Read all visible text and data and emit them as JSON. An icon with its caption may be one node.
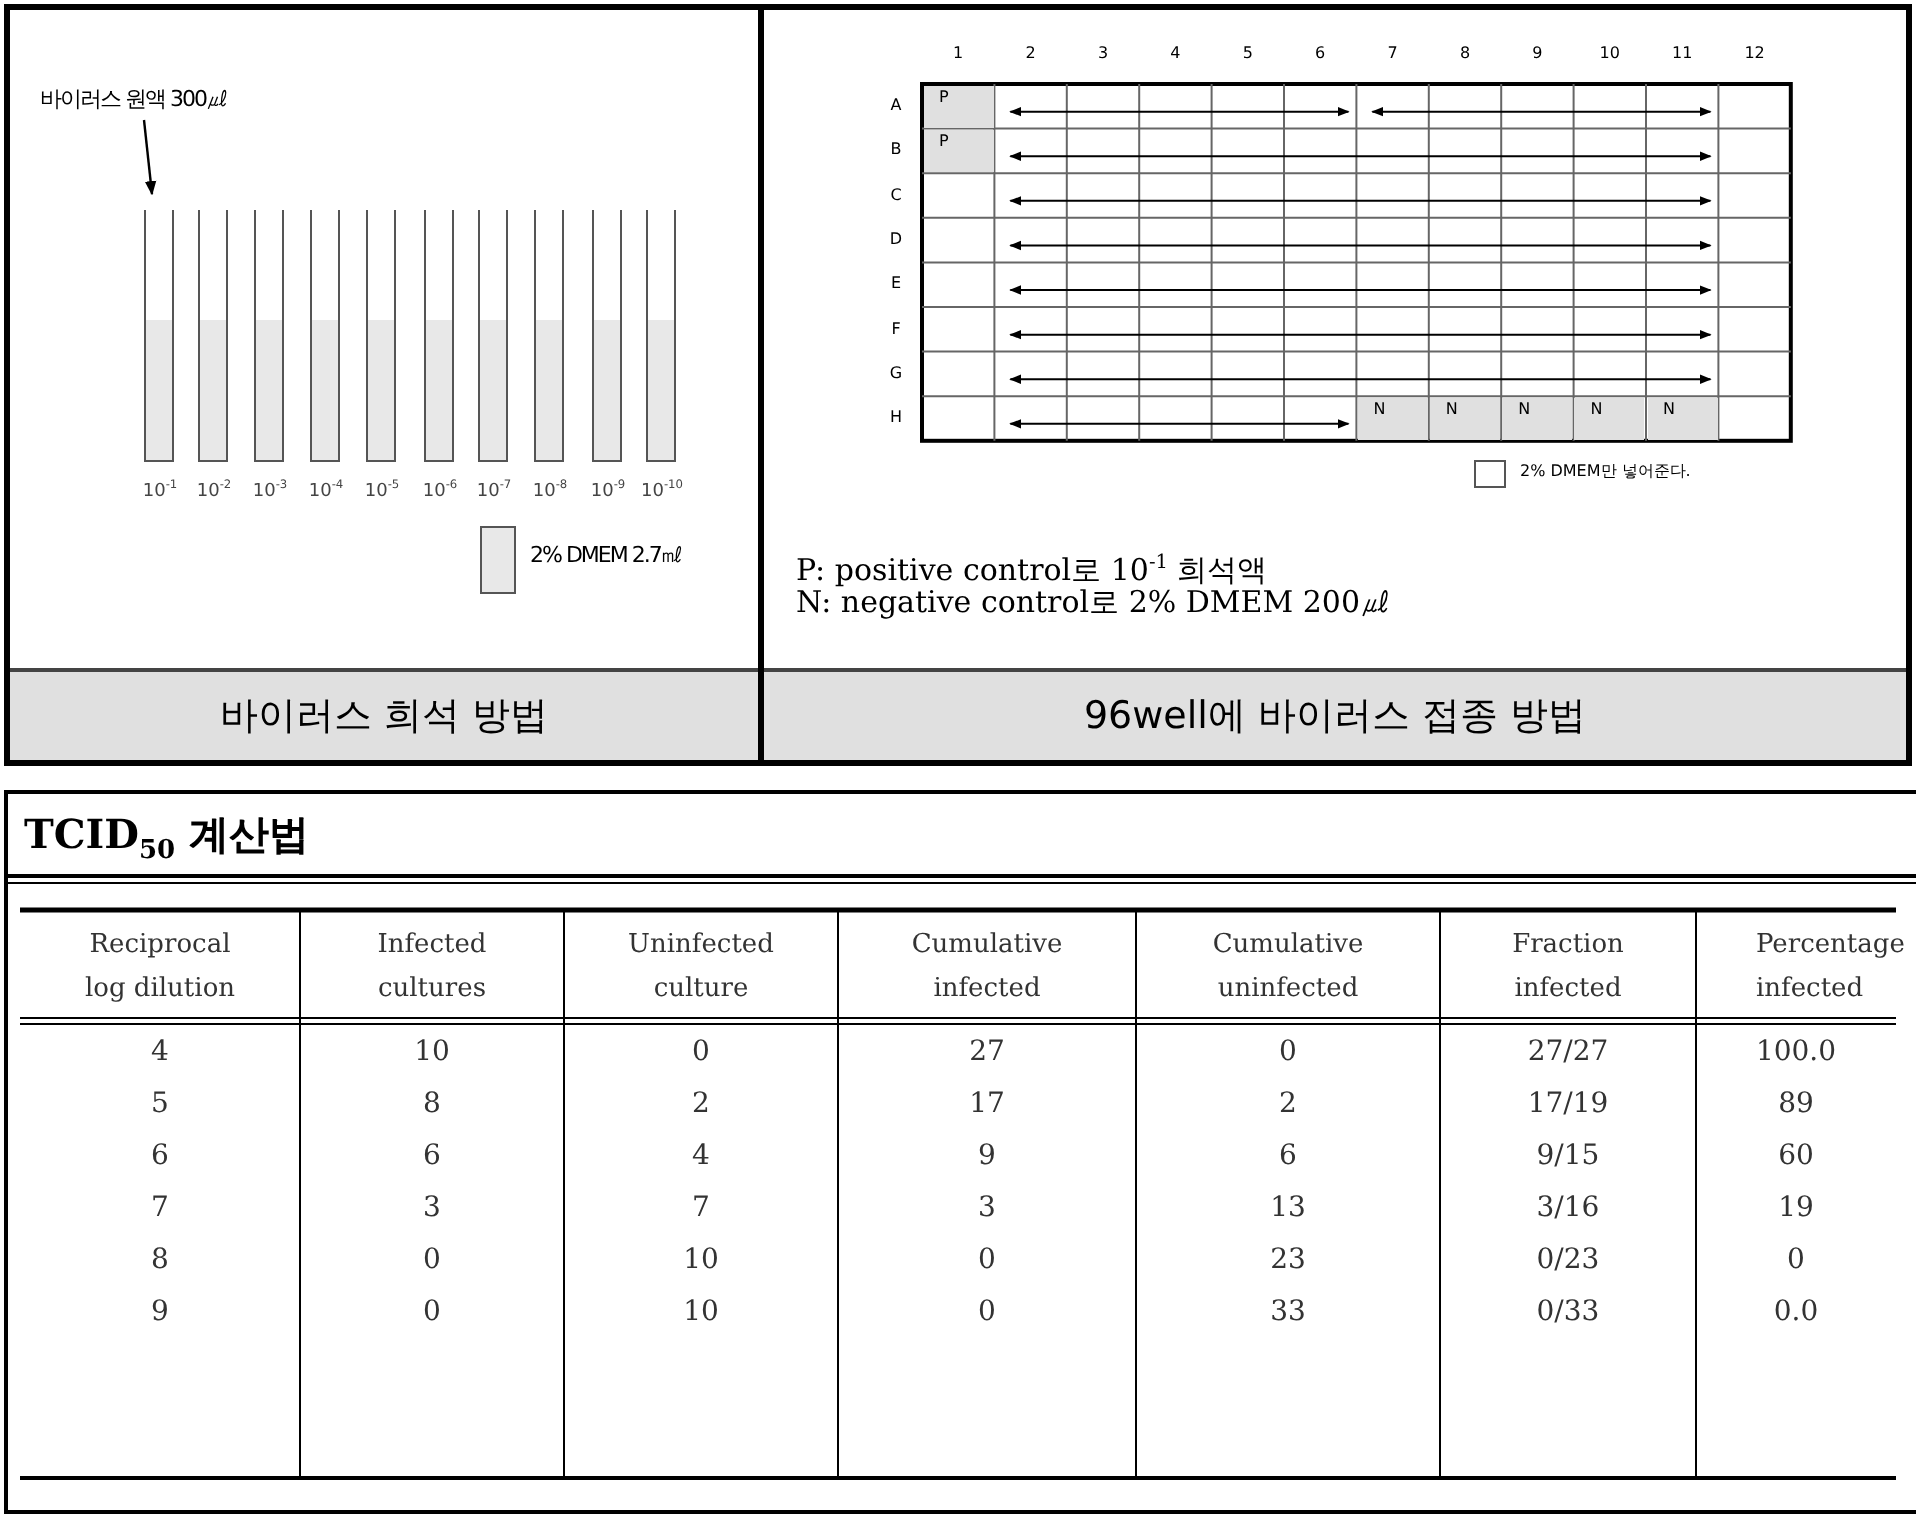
{
  "diagram": {
    "nodes": [
      {
        "text": [
          "바이러스 원액 300㎕"
        ]
      },
      {
        "text": [],
        "shape": "box",
        "beside": [
          "10$^{-1}$"
        ]
      },
      {
        "text": [],
        "shape": "box",
        "beside": [
          "10$^{-2}$"
        ]
      },
      {
        "text": [],
        "shape": "box",
        "beside": [
          "10$^{-3}$"
        ]
      },
      {
        "text": [],
        "shape": "box",
        "beside": [
          "10$^{-4}$"
        ]
      },
      {
        "text": [],
        "shape": "box",
        "beside": [
          "10$^{-5}$"
        ]
      },
      {
        "text": [],
        "shape": "box",
        "beside": [
          "10$^{-6}$"
        ]
      },
      {
        "text": [],
        "shape": "box",
        "beside": [
          "10$^{-7}$"
        ]
      },
      {
        "text": [],
        "shape": "box",
        "beside": [
          "10$^{-8}$"
        ]
      },
      {
        "text": [],
        "shape": "box",
        "beside": [
          "10$^{-9}$"
        ]
      },
      {
        "text": [],
        "shape": "box",
        "beside": [
          "10$^{-10}$"
        ]
      }
    ],
    "edges": [
      {
        "from": 0,
        "to": 1,
        "arrow": "to"
      }
    ],
    "labels": [
      "1",
      "2",
      "3",
      "4",
      "5",
      "6",
      "7",
      "8",
      "9",
      "10",
      "11",
      "12",
      "A",
      "P",
      "B",
      "P",
      "C",
      "D",
      "E",
      "F",
      "G",
      "H",
      "N",
      "N",
      "N",
      "N",
      "N",
      "P: positive control로 10$^{-1}$ 희석액",
      "N: negative control로 2% DMEM 200㎕",
      "바이러스 희석 방법",
      "96well에 바이러스 접종 방법",
      "TCID$_{50}$ 계산법",
      "Reciprocal log dilution",
      "Infected cultures",
      "Uninfected culture",
      "Cumulative infected",
      "Cumulative uninfected",
      "Fraction infected",
      "Percentage infected",
      "4",
      "10",
      "0",
      "27",
      "0",
      "27/27",
      "100.0",
      "5",
      "8",
      "2",
      "17",
      "2",
      "17/19",
      "89",
      "6",
      "6",
      "4",
      "9",
      "6",
      "9/15",
      "60",
      "7",
      "3",
      "7",
      "3",
      "13",
      "3/16",
      "19",
      "8",
      "0",
      "10",
      "0",
      "23",
      "0/23",
      "0",
      "9",
      "0",
      "10",
      "0",
      "33",
      "0/33",
      "0.0"
    ],
    "legend": [
      {
        "text": "2% DMEM 2.7㎖",
        "color": "#e8e8e8"
      },
      {
        "text": "2% DMEM만 넣어준다.",
        "color": "#ffffff"
      }
    ]
  }
}
